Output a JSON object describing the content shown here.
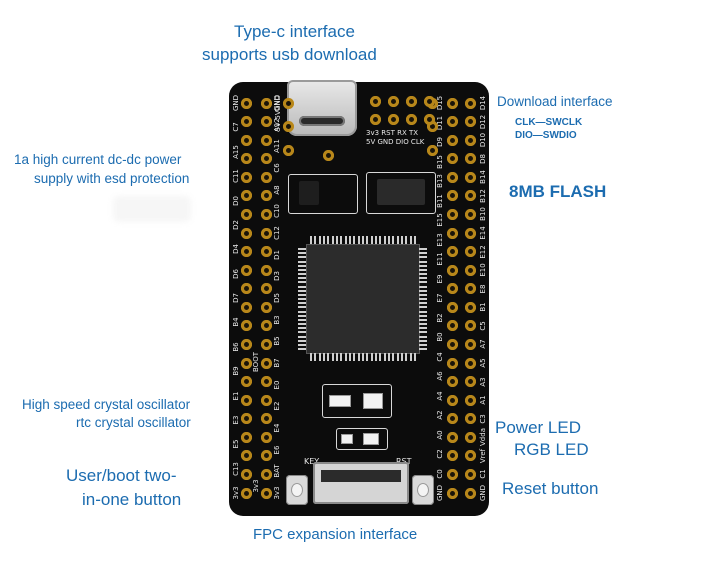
{
  "labels": {
    "typec_line1": "Type-c interface",
    "typec_line2": "supports usb download",
    "download_interface": "Download interface",
    "clk_swclk": "CLK—SWCLK",
    "dio_swdio": "DIO—SWDIO",
    "dcdc_line1": "1a high current dc-dc power",
    "dcdc_line2": "supply with esd protection",
    "flash": "8MB FLASH",
    "crystal_line1": "High speed crystal oscillator",
    "crystal_line2": "rtc crystal oscillator",
    "power_led": "Power LED",
    "rgb_led": "RGB LED",
    "userboot_line1": "User/boot two-",
    "userboot_line2": "in-one button",
    "reset_button": "Reset button",
    "fpc": "FPC expansion interface"
  },
  "silkscreen": {
    "header_top": "3v3  RST  RX   TX",
    "header_bottom": "5V  GND DIO CLK",
    "key": "KEY",
    "rst": "RST"
  },
  "pins": {
    "left_outer": [
      "GND",
      "C7",
      "A15",
      "C11",
      "D0",
      "D2",
      "D4",
      "D6",
      "D7",
      "B4",
      "B6",
      "B9",
      "E1",
      "E3",
      "E5",
      "C13",
      "3v3"
    ],
    "left_inner": [
      "GND",
      "A12",
      "A11",
      "C6",
      "A8",
      "C10",
      "C12",
      "D1",
      "D3",
      "D5",
      "B3",
      "B5",
      "B7",
      "E0",
      "E2",
      "E4",
      "E6",
      "BAT",
      "3v3"
    ],
    "left_top": [
      "GND",
      "5V",
      "5V"
    ],
    "left_bottom": [
      "BOOT",
      "3v3"
    ],
    "right_inner": [
      "D15",
      "D11",
      "D9",
      "B15",
      "B13",
      "B11",
      "E15",
      "E13",
      "E11",
      "E9",
      "E7",
      "B2",
      "B0",
      "C4",
      "A6",
      "A4",
      "A2",
      "A0",
      "C2",
      "C0",
      "GND"
    ],
    "right_outer": [
      "D14",
      "D12",
      "D10",
      "D8",
      "B14",
      "B12",
      "B10",
      "E14",
      "E12",
      "E10",
      "E8",
      "B1",
      "C5",
      "A7",
      "A5",
      "A3",
      "A1",
      "C3",
      "Vdda",
      "Vref",
      "C1",
      "GND"
    ]
  }
}
